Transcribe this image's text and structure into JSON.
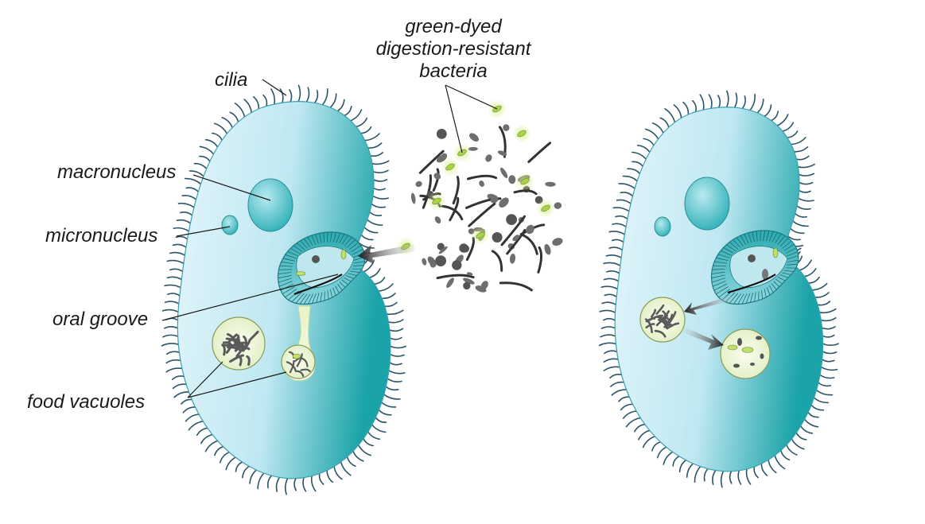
{
  "labels": {
    "title_line1": "green-dyed",
    "title_line2": "digestion-resistant",
    "title_line3": "bacteria",
    "cilia": "cilia",
    "macronucleus": "macronucleus",
    "micronucleus": "micronucleus",
    "oral_groove": "oral groove",
    "food_vacuoles": "food vacuoles"
  },
  "colors": {
    "cell_fill_light": "#cfeef6",
    "cell_fill_dark": "#1aa3a8",
    "nucleus": "#49c1c9",
    "cilia": "#2b5566",
    "bacteria_gray": "#6e6e6e",
    "bacteria_green": "#a9d44a",
    "vacuole_fill": "#eef6d8",
    "arrow": "#333333"
  }
}
